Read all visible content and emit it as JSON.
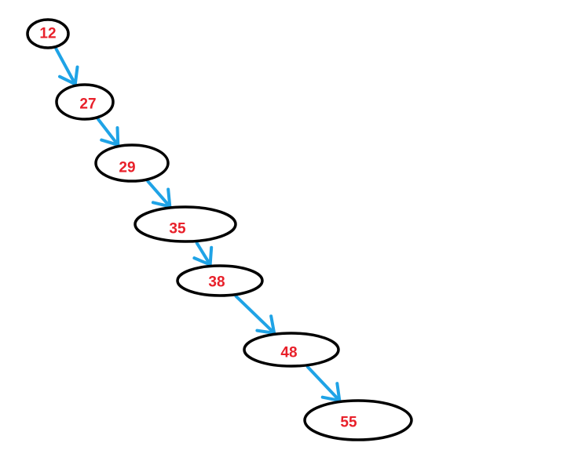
{
  "diagram": {
    "colors": {
      "node_stroke": "#000000",
      "node_fill": "#ffffff",
      "label": "#e8202a",
      "edge": "#1fa3e6"
    },
    "nodes": [
      {
        "id": "n12",
        "label": "12"
      },
      {
        "id": "n27",
        "label": "27"
      },
      {
        "id": "n29",
        "label": "29"
      },
      {
        "id": "n35",
        "label": "35"
      },
      {
        "id": "n38",
        "label": "38"
      },
      {
        "id": "n48",
        "label": "48"
      },
      {
        "id": "n55",
        "label": "55"
      }
    ],
    "edges": [
      {
        "from": "n12",
        "to": "n27"
      },
      {
        "from": "n27",
        "to": "n29"
      },
      {
        "from": "n29",
        "to": "n35"
      },
      {
        "from": "n35",
        "to": "n38"
      },
      {
        "from": "n38",
        "to": "n48"
      },
      {
        "from": "n48",
        "to": "n55"
      }
    ]
  }
}
